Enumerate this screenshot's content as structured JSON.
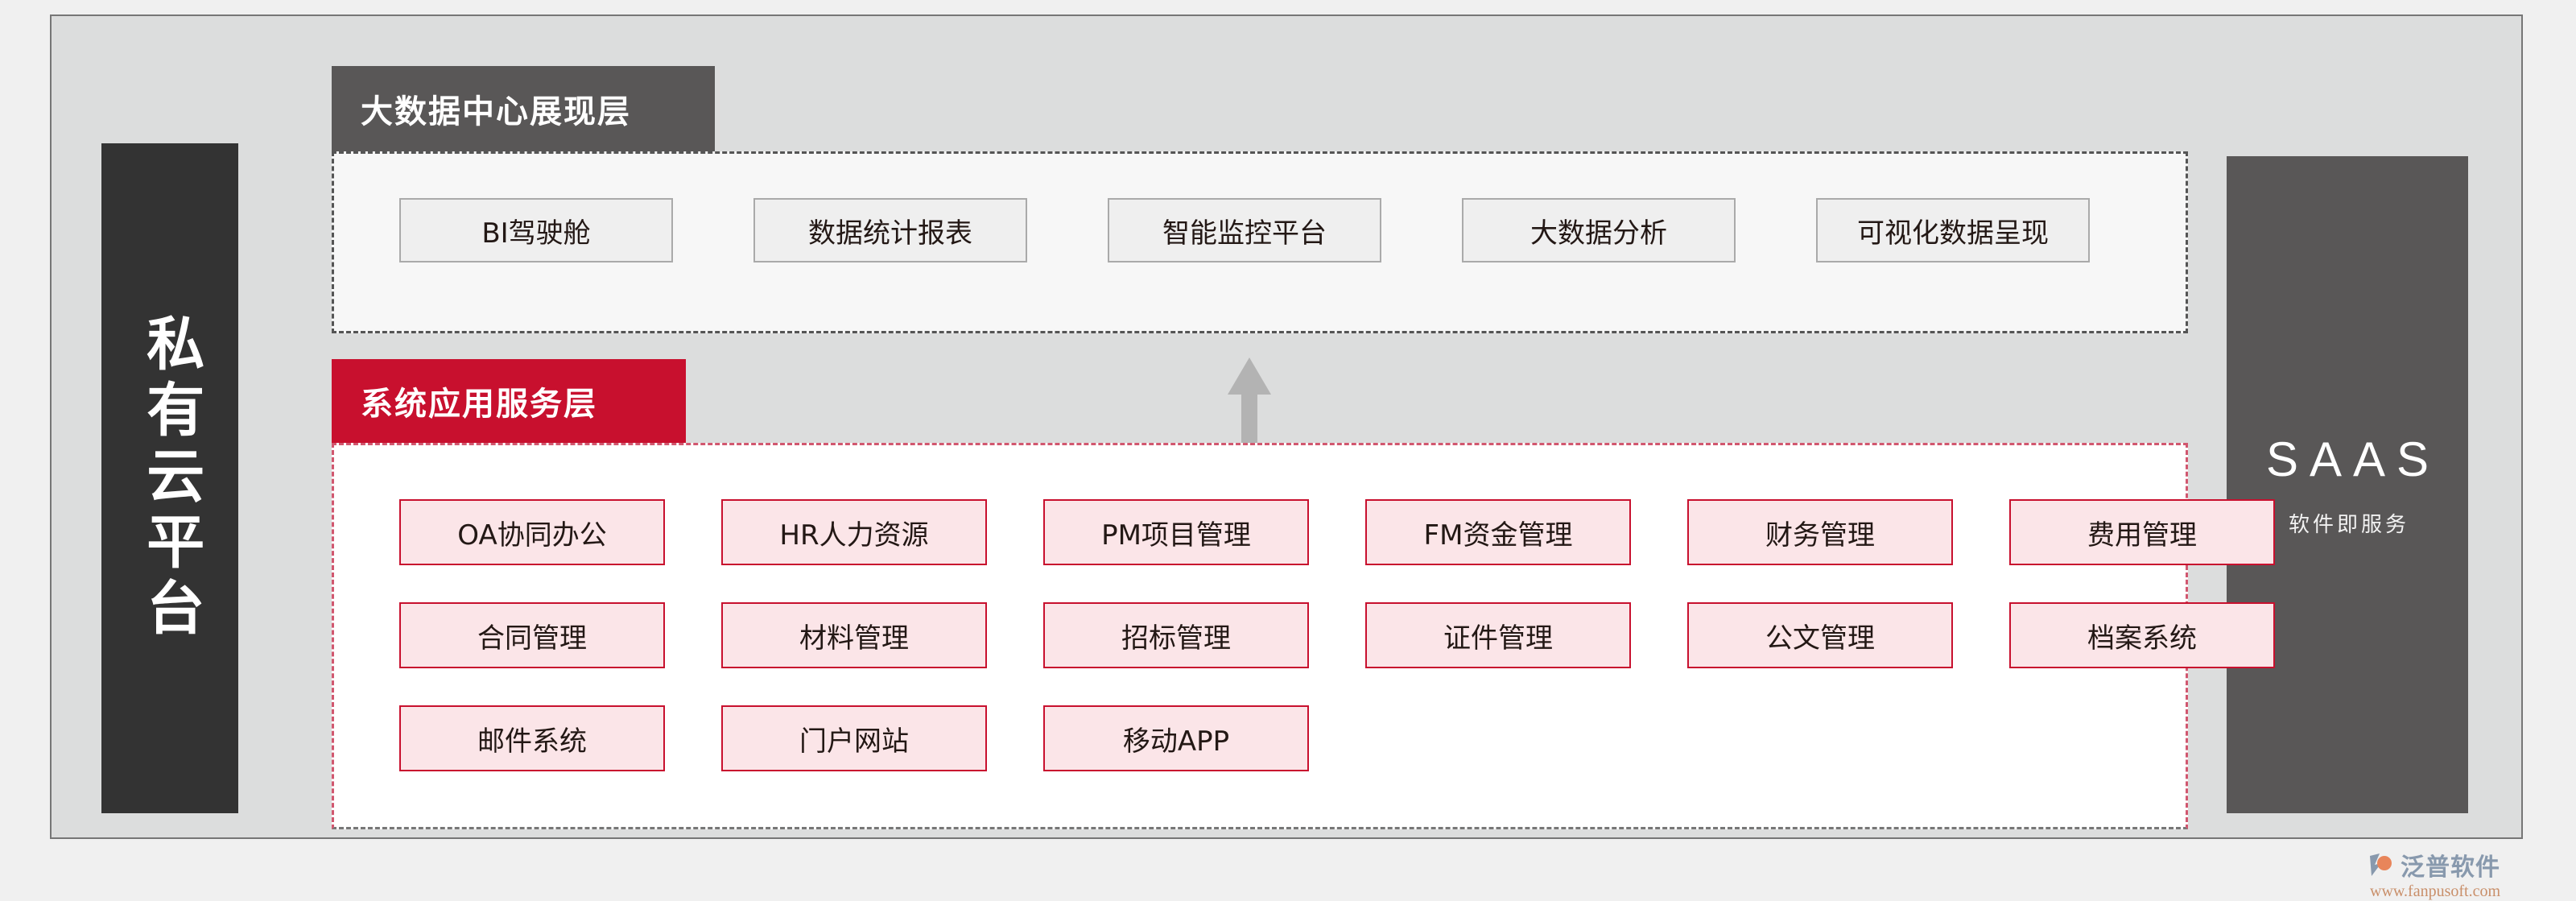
{
  "frame": {
    "background": "#dcdddd",
    "border_color": "#767676"
  },
  "left_pillar": {
    "label": "私有云平台",
    "background": "#333333"
  },
  "right_pillar": {
    "title": "SAAS",
    "subtitle": "软件即服务",
    "background": "#595757"
  },
  "layers": [
    {
      "banner": "大数据中心展现层",
      "banner_color": "#595757",
      "panel_border_color": "#555555",
      "panel_background": "#f7f7f7",
      "items": [
        "BI驾驶舱",
        "数据统计报表",
        "智能监控平台",
        "大数据分析",
        "可视化数据呈现"
      ]
    },
    {
      "banner": "系统应用服务层",
      "banner_color": "#c8102e",
      "panel_border_color": "#d1576f",
      "panel_background": "#ffffff",
      "rows": [
        [
          "OA协同办公",
          "HR人力资源",
          "PM项目管理",
          "FM资金管理",
          "财务管理",
          "费用管理"
        ],
        [
          "合同管理",
          "材料管理",
          "招标管理",
          "证件管理",
          "公文管理",
          "档案系统"
        ],
        [
          "邮件系统",
          "门户网站",
          "移动APP"
        ]
      ]
    }
  ],
  "connector": {
    "icon": "arrow-up-icon",
    "color": "#b3b3b3",
    "direction": "up"
  },
  "watermark": {
    "brand": "泛普软件",
    "url": "www.fanpusoft.com",
    "brand_color": "#8899ad",
    "url_color": "#c98f6a"
  }
}
